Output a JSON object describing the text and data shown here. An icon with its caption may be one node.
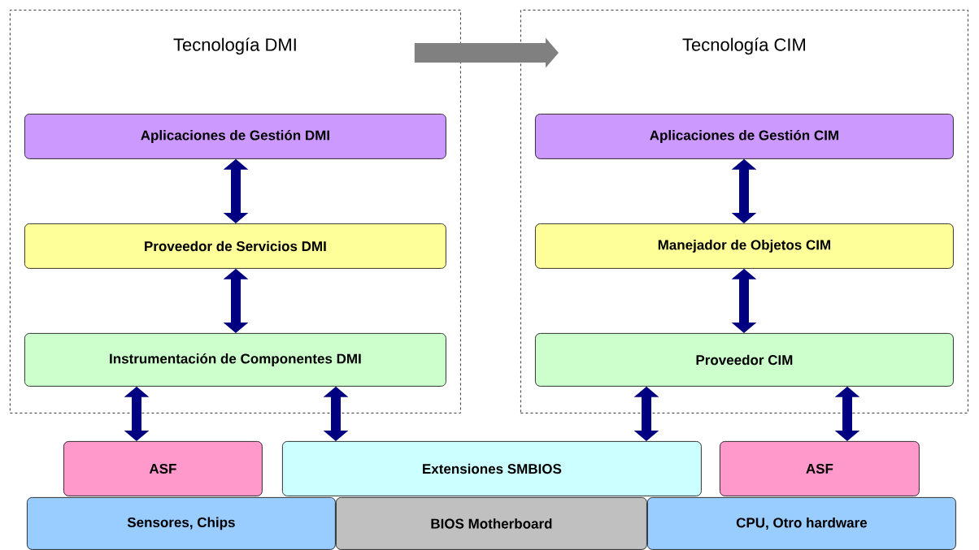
{
  "diagram": {
    "nodes": [
      {
        "text": [
          "Tecnología DMI"
        ]
      },
      {
        "text": [
          "Tecnología CIM"
        ]
      },
      {
        "text": [
          "Aplicaciones de Gestión DMI"
        ],
        "in": 0
      },
      {
        "text": [
          "Proveedor de Servicios DMI"
        ],
        "in": 0
      },
      {
        "text": [
          "Instrumentación de Componentes DMI"
        ],
        "in": 0
      },
      {
        "text": [
          "Aplicaciones de Gestión CIM"
        ],
        "in": 1
      },
      {
        "text": [
          "Manejador de Objetos CIM"
        ],
        "in": 1
      },
      {
        "text": [
          "Proveedor CIM"
        ],
        "in": 1
      },
      {
        "text": [
          "ASF"
        ]
      },
      {
        "text": [
          "Extensiones SMBIOS"
        ]
      },
      {
        "text": [
          "ASF"
        ]
      },
      {
        "text": [
          "Sensores, Chips"
        ]
      },
      {
        "text": [
          "BIOS Motherboard"
        ]
      },
      {
        "text": [
          "CPU, Otro hardware"
        ]
      }
    ],
    "edges": [
      {
        "from": 0,
        "to": 1,
        "arrow": "to",
        "style": "thick",
        "color": "#808080"
      },
      {
        "from": 2,
        "to": 3,
        "arrow": "both"
      },
      {
        "from": 3,
        "to": 4,
        "arrow": "both"
      },
      {
        "from": 5,
        "to": 6,
        "arrow": "both"
      },
      {
        "from": 6,
        "to": 7,
        "arrow": "both"
      },
      {
        "from": 4,
        "to": 8,
        "arrow": "both"
      },
      {
        "from": 4,
        "to": 9,
        "arrow": "both"
      },
      {
        "from": 7,
        "to": 9,
        "arrow": "both"
      },
      {
        "from": 7,
        "to": 10,
        "arrow": "both"
      }
    ]
  }
}
